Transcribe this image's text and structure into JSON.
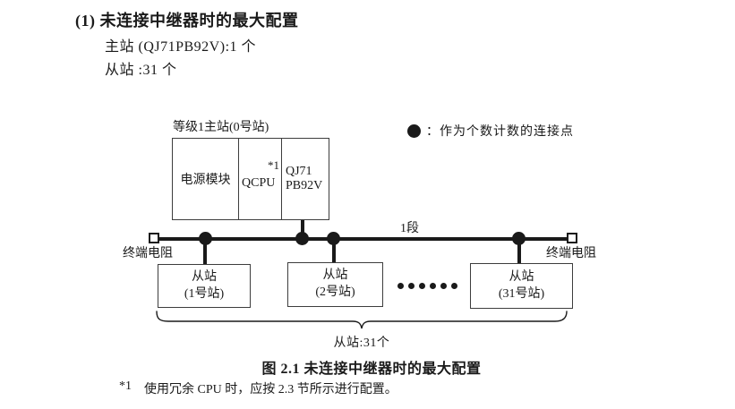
{
  "document": {
    "heading": "(1) 未连接中继器时的最大配置",
    "spec_lines": [
      "主站 (QJ71PB92V):1 个",
      "从站 :31 个"
    ],
    "figure_caption": "图 2.1 未连接中继器时的最大配置",
    "footnote": {
      "marker": "*1",
      "text": "使用冗余 CPU 时，应按 2.3 节所示进行配置。"
    }
  },
  "diagram": {
    "master": {
      "label": "等级1主站(0号站)",
      "power_module": "电源模块",
      "cpu": "QCPU",
      "cpu_note": "*1",
      "pb_module_line1": "QJ71",
      "pb_module_line2": "PB92V"
    },
    "legend": {
      "marker": "connection-point-dot",
      "text": "：作为个数计数的连接点"
    },
    "segment_label": "1段",
    "terminator_left": "终端电阻",
    "terminator_right": "终端电阻",
    "slaves": [
      {
        "line1": "从站",
        "line2": "(1号站)"
      },
      {
        "line1": "从站",
        "line2": "(2号站)"
      },
      {
        "line1": "从站",
        "line2": "(31号站)"
      }
    ],
    "ellipsis_dot_count": 6,
    "brace_label": "从站:31个"
  },
  "colors": {
    "ink": "#1a1a1a",
    "box_border": "#3d3d3d",
    "background": "#ffffff"
  }
}
